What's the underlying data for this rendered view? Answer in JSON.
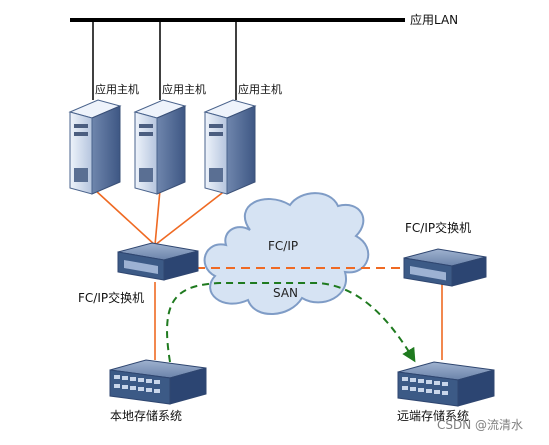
{
  "lan": {
    "label": "应用LAN"
  },
  "hosts": [
    {
      "label": "应用主机"
    },
    {
      "label": "应用主机"
    },
    {
      "label": "应用主机"
    }
  ],
  "local_switch": {
    "label": "FC/IP交换机"
  },
  "remote_switch": {
    "label": "FC/IP交换机"
  },
  "cloud": {
    "line1": "FC/IP",
    "line2": "SAN"
  },
  "local_storage": {
    "label": "本地存储系统"
  },
  "remote_storage": {
    "label": "远端存储系统"
  },
  "watermark": {
    "text": "CSDN @流清水"
  },
  "colors": {
    "lan_bus": "#000000",
    "link": "#ef6a23",
    "replication": "#1f7a1f",
    "server_body": "#c8d4e8",
    "device_body": "#3c5a86",
    "cloud_fill": "#d6e3f3"
  }
}
